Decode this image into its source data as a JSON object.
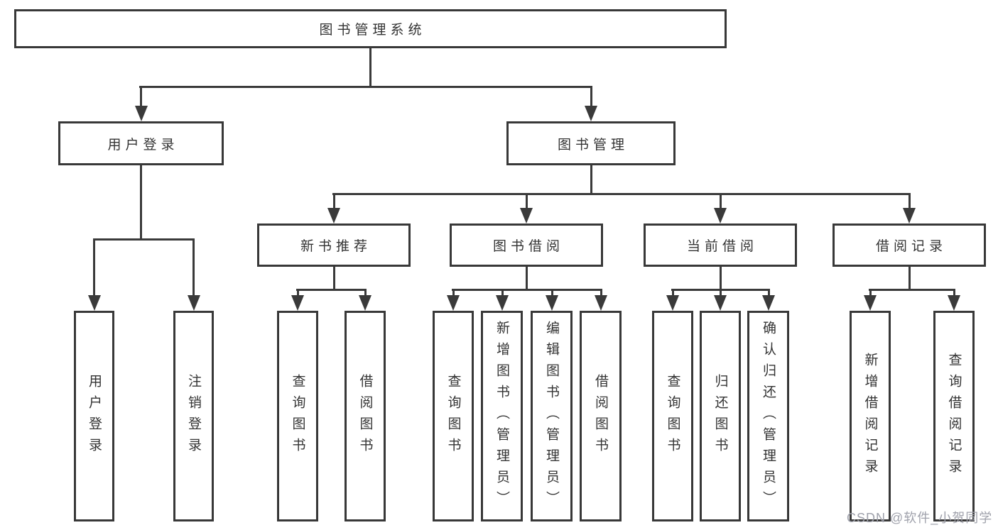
{
  "tree": {
    "label": "图书管理系统",
    "children": [
      {
        "label": "用户登录",
        "children": [
          {
            "label": "用户登录"
          },
          {
            "label": "注销登录"
          }
        ]
      },
      {
        "label": "图书管理",
        "children": [
          {
            "label": "新书推荐",
            "children": [
              {
                "label": "查询图书"
              },
              {
                "label": "借阅图书"
              }
            ]
          },
          {
            "label": "图书借阅",
            "children": [
              {
                "label": "查询图书"
              },
              {
                "label": "新增图书（管理员）"
              },
              {
                "label": "编辑图书（管理员）"
              },
              {
                "label": "借阅图书"
              }
            ]
          },
          {
            "label": "当前借阅",
            "children": [
              {
                "label": "查询图书"
              },
              {
                "label": "归还图书"
              },
              {
                "label": "确认归还（管理员）"
              }
            ]
          },
          {
            "label": "借阅记录",
            "children": [
              {
                "label": "新增借阅记录"
              },
              {
                "label": "查询借阅记录"
              }
            ]
          }
        ]
      }
    ]
  },
  "watermark": {
    "text": "CSDN @软件_小贺同学"
  },
  "colors": {
    "background": "#ffffff",
    "line": "#3a3a3a",
    "box_border": "#383838",
    "text": "#333333",
    "watermark": "#9fa1ab"
  }
}
